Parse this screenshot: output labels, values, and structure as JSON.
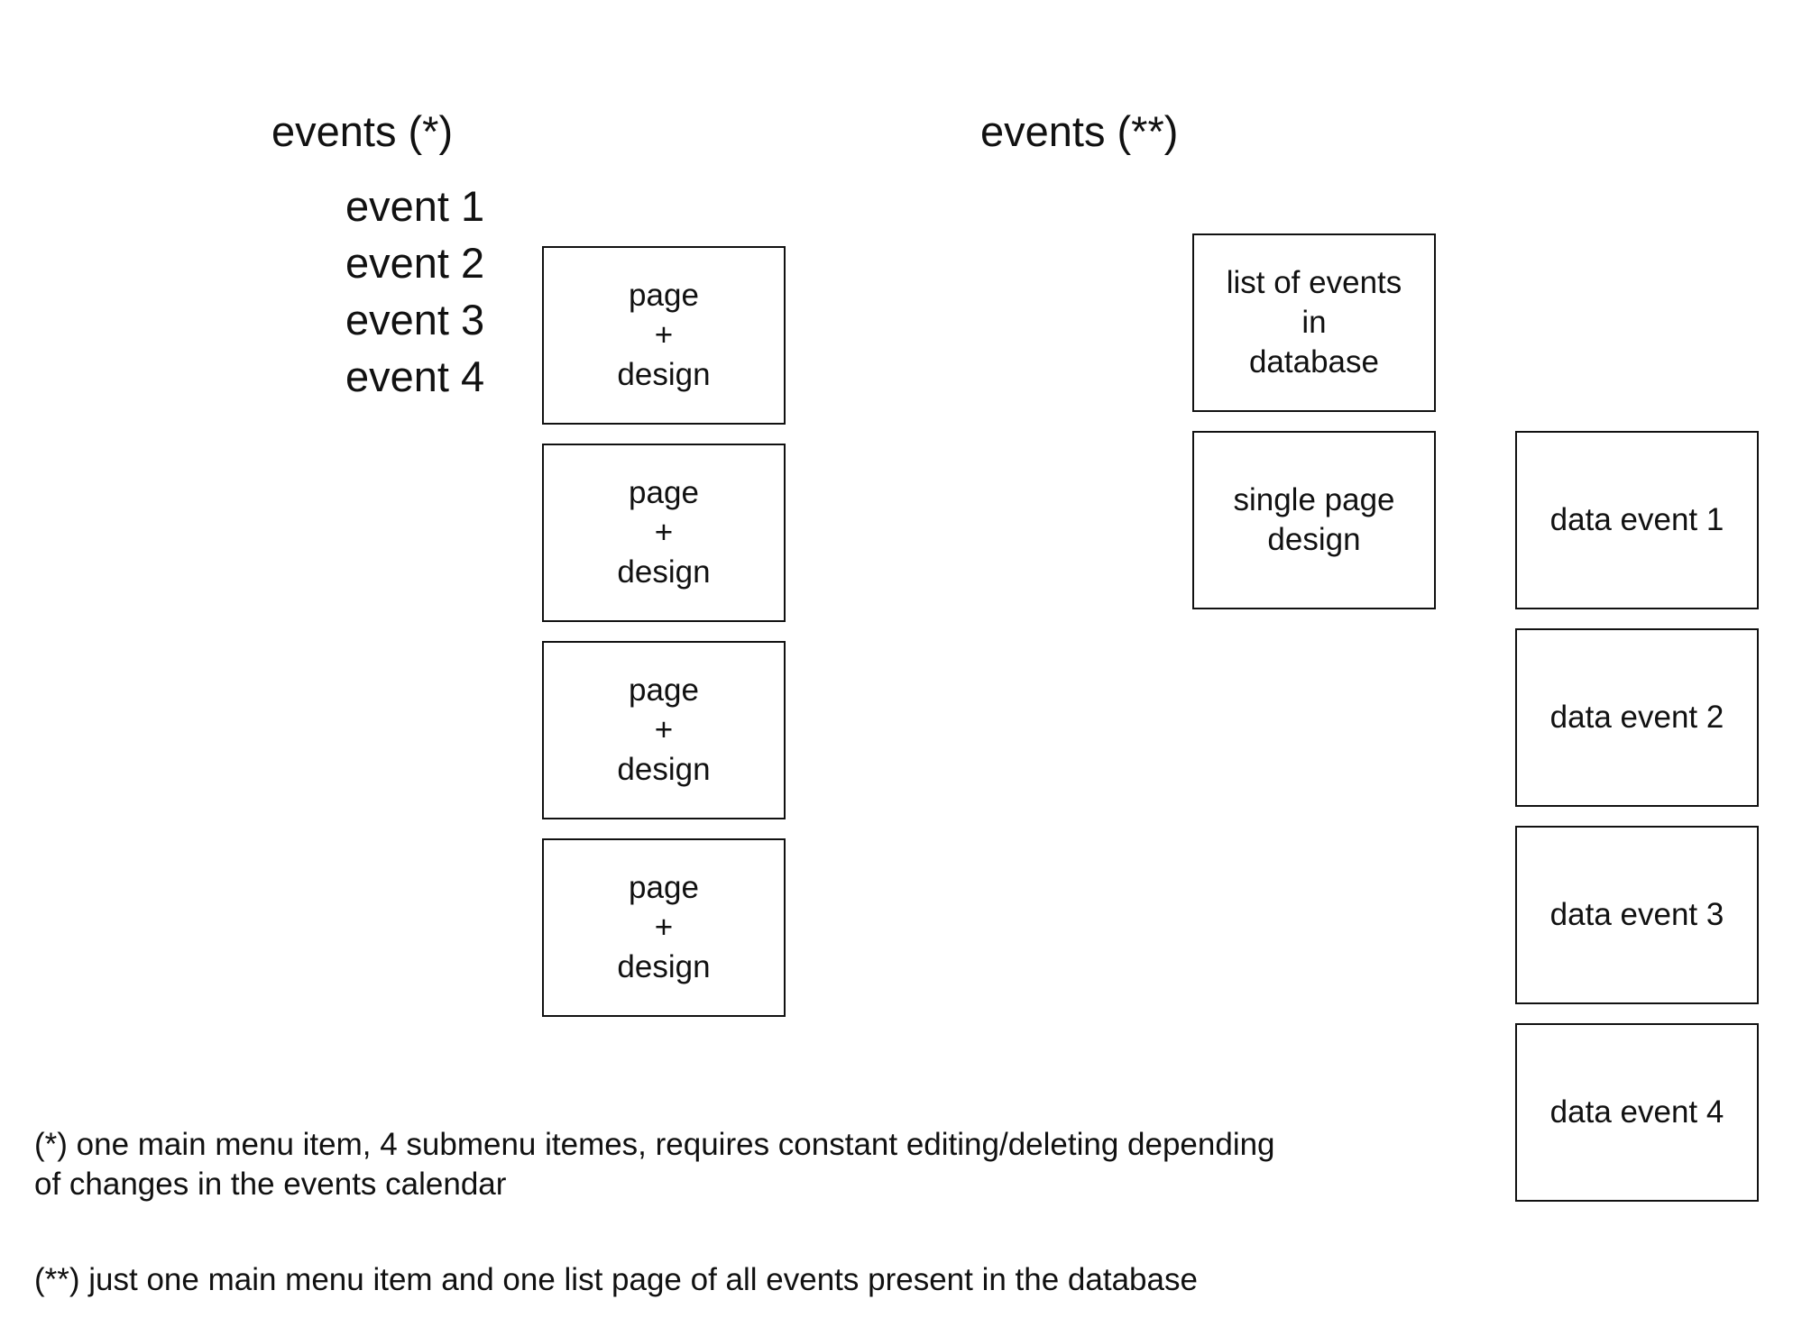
{
  "left_column": {
    "heading": "events (*)",
    "submenu_items": [
      "event 1",
      "event 2",
      "event 3",
      "event 4"
    ],
    "boxes": [
      "page\n+\ndesign",
      "page\n+\ndesign",
      "page\n+\ndesign",
      "page\n+\ndesign"
    ]
  },
  "right_column": {
    "heading": "events (**)",
    "list_box": "list of events\nin\ndatabase",
    "single_page_box": "single page\ndesign",
    "data_boxes": [
      "data event 1",
      "data event 2",
      "data event 3",
      "data event 4"
    ]
  },
  "notes": {
    "note_1_line_1": "(*) one main menu item, 4 submenu itemes, requires constant editing/deleting depending",
    "note_1_line_2": "of changes in the events calendar",
    "note_2": "(**) just one main menu item and one list page of all events present in the database"
  }
}
